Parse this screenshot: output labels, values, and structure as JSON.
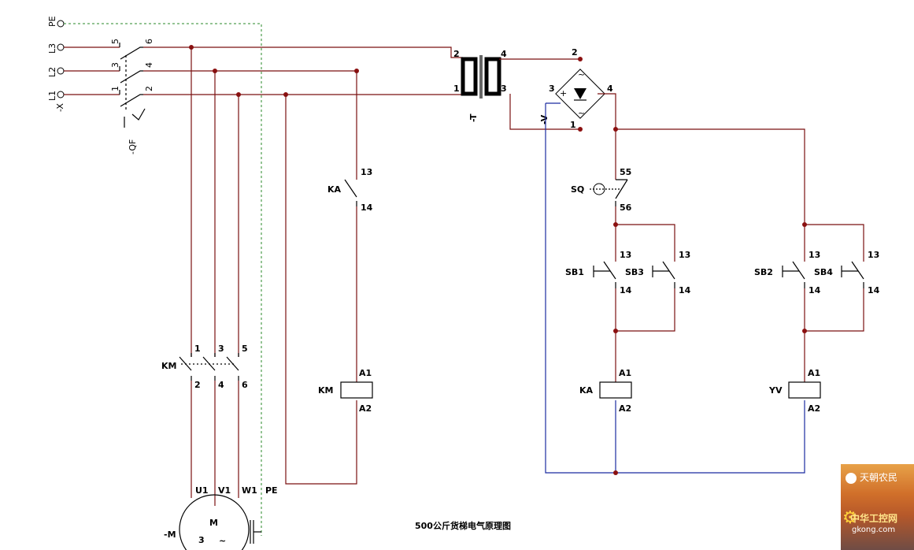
{
  "title": "500公斤货梯电气原理图",
  "terminals": {
    "pe": "PE",
    "l3": "L3",
    "l2": "L2",
    "l1": "L1",
    "x": "-X"
  },
  "breaker": {
    "name": "-QF",
    "pins": [
      "5",
      "6",
      "3",
      "4",
      "1",
      "2"
    ]
  },
  "transformer": {
    "name": "-T",
    "pins": [
      "2",
      "4",
      "1",
      "3"
    ]
  },
  "rectifier": {
    "name": "-V",
    "pins": [
      "2",
      "3",
      "4",
      "1"
    ],
    "signs": [
      "+",
      "~",
      "~",
      "-"
    ]
  },
  "ka_contact": {
    "name": "KA",
    "pins": [
      "13",
      "14"
    ]
  },
  "km_main": {
    "name": "KM",
    "pins": [
      "1",
      "3",
      "5",
      "2",
      "4",
      "6"
    ]
  },
  "km_coil": {
    "name": "KM",
    "pins": [
      "A1",
      "A2"
    ]
  },
  "sq": {
    "name": "SQ",
    "pins": [
      "55",
      "56"
    ]
  },
  "sb1": {
    "name": "SB1",
    "pins": [
      "13",
      "14"
    ]
  },
  "sb3": {
    "name": "SB3",
    "pins": [
      "13",
      "14"
    ]
  },
  "sb2": {
    "name": "SB2",
    "pins": [
      "13",
      "14"
    ]
  },
  "sb4": {
    "name": "SB4",
    "pins": [
      "13",
      "14"
    ]
  },
  "ka_coil": {
    "name": "KA",
    "pins": [
      "A1",
      "A2"
    ]
  },
  "yv_coil": {
    "name": "YV",
    "pins": [
      "A1",
      "A2"
    ]
  },
  "motor": {
    "name": "-M",
    "letter": "M",
    "phases": "3",
    "ac": "~",
    "terminals": [
      "U1",
      "V1",
      "W1",
      "PE"
    ]
  },
  "watermark": {
    "user": "天朝农民",
    "site": "中华工控网",
    "url": "gkong.com"
  },
  "colors": {
    "wire": "#7a1010",
    "dc_wire": "#1a2ba0",
    "pe_wire": "#2a8a2a"
  }
}
